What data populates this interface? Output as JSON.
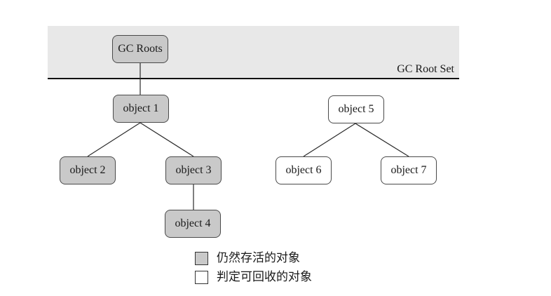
{
  "banner": {
    "label": "GC Root Set"
  },
  "nodes": {
    "gc_roots": "GC Roots",
    "object1": "object 1",
    "object2": "object 2",
    "object3": "object 3",
    "object4": "object 4",
    "object5": "object 5",
    "object6": "object 6",
    "object7": "object 7"
  },
  "legend": {
    "alive_label": "仍然存活的对象",
    "reclaimable_label": "判定可回收的对象"
  },
  "colors": {
    "banner_fill": "#e8e8e8",
    "alive_fill": "#c9c9c9",
    "dead_fill": "#ffffff",
    "border_color": "#4a4a4a",
    "line_color": "#2a2a2a"
  }
}
